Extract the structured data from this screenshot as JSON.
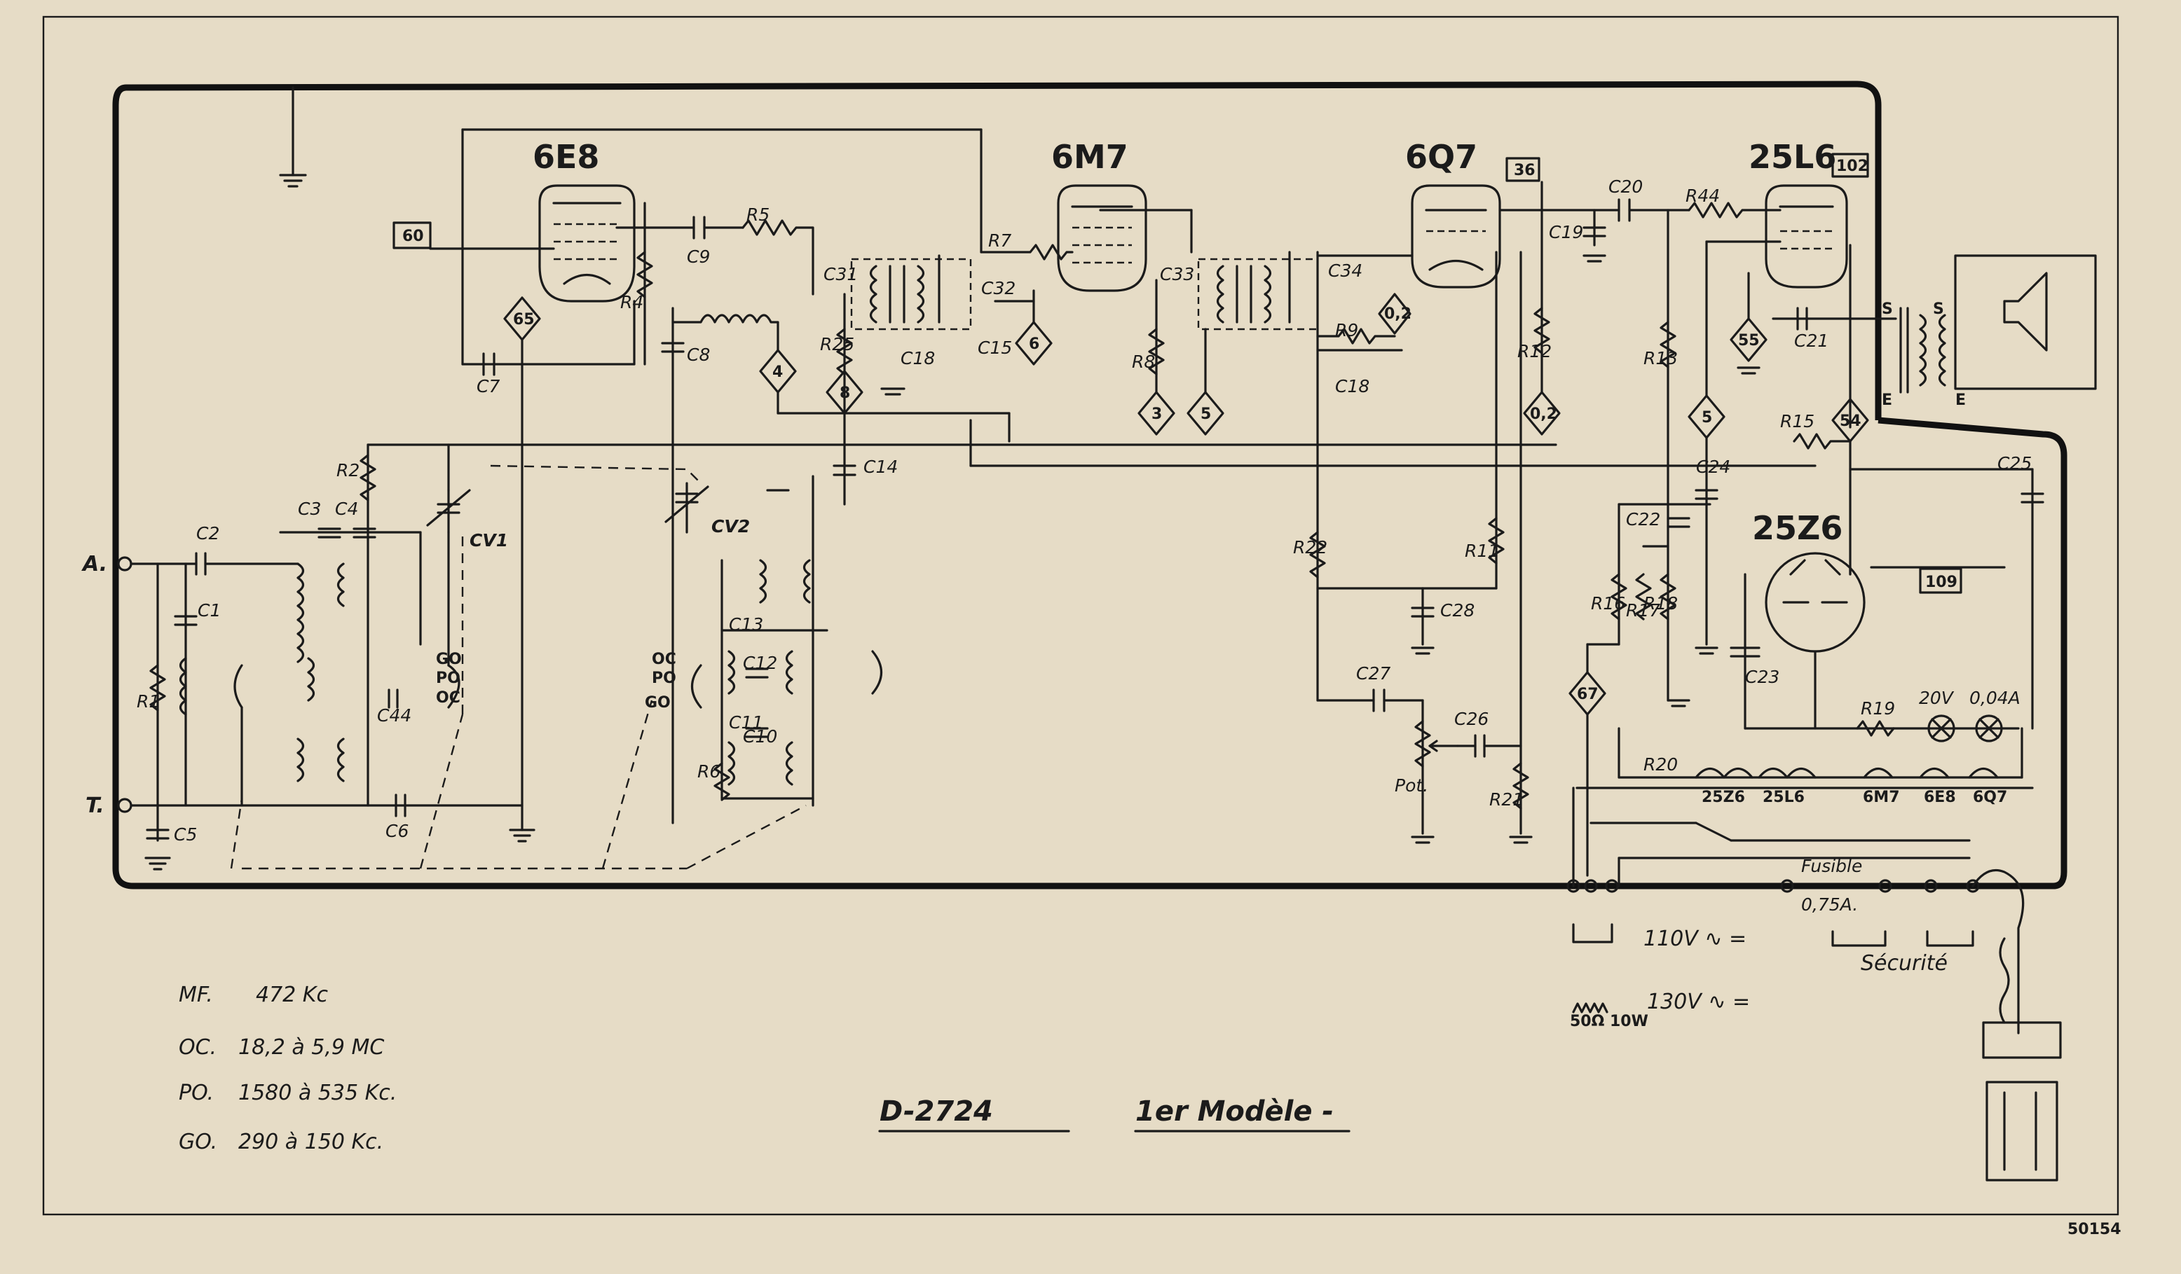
{
  "tubes": [
    "6E8",
    "6M7",
    "6Q7",
    "25L6",
    "25Z6"
  ],
  "ref_boxes": [
    "60",
    "36",
    "102",
    "109"
  ],
  "voltages": [
    "65",
    "4",
    "8",
    "6",
    "3",
    "5",
    "0,2",
    "0,2",
    "55",
    "5",
    "54",
    "67"
  ],
  "components": {
    "capacitors": [
      "C1",
      "C2",
      "C3",
      "C4",
      "C5",
      "C6",
      "C7",
      "C8",
      "C9",
      "C13",
      "C12",
      "C11",
      "C10",
      "C44",
      "C31",
      "C32",
      "C18",
      "C15",
      "C14",
      "C33",
      "C34",
      "C18",
      "C19",
      "C20",
      "C21",
      "C22",
      "C23",
      "C24",
      "C25",
      "C26",
      "C27",
      "C28"
    ],
    "resistors": [
      "R1",
      "R2",
      "R4",
      "R5",
      "R6",
      "R7",
      "R8",
      "R9",
      "R11",
      "R12",
      "R13",
      "R15",
      "R16",
      "R17",
      "R18",
      "R19",
      "R20",
      "R21",
      "R22",
      "R25",
      "R44"
    ],
    "variable": [
      "CV1",
      "CV2"
    ],
    "potentiometer": "Pot."
  },
  "terminals": {
    "antenna": "A.",
    "earth": "T."
  },
  "bands_switch": {
    "left": [
      "GO",
      "PO",
      "OC"
    ],
    "right": [
      "OC",
      "PO",
      "GO"
    ]
  },
  "speaker_pins": [
    "S",
    "S",
    "E",
    "E"
  ],
  "pilot_lamps": {
    "voltage": "20V",
    "current": "0,04A"
  },
  "heater_chain": [
    "25Z6",
    "25L6",
    "6M7",
    "6E8",
    "6Q7"
  ],
  "fuse": {
    "label": "Fusible",
    "rating": "0,75A."
  },
  "mains": {
    "v110": "110V ∿ =",
    "v130": "130V ∿ =",
    "resistor": "50Ω 10W",
    "safety": "Sécurité"
  },
  "frequencies": [
    {
      "band": "MF.",
      "range": "472 Kc"
    },
    {
      "band": "OC.",
      "range": "18,2  à  5,9 MC"
    },
    {
      "band": "PO.",
      "range": "1580  à  535 Kc."
    },
    {
      "band": "GO.",
      "range": "290  à  150 Kc."
    }
  ],
  "title": {
    "model": "D-2724",
    "edition": "1er Modèle -"
  },
  "catalog_number": "50154",
  "colors": {
    "paper": "#e6dcc6",
    "ink": "#1b1b1b"
  }
}
